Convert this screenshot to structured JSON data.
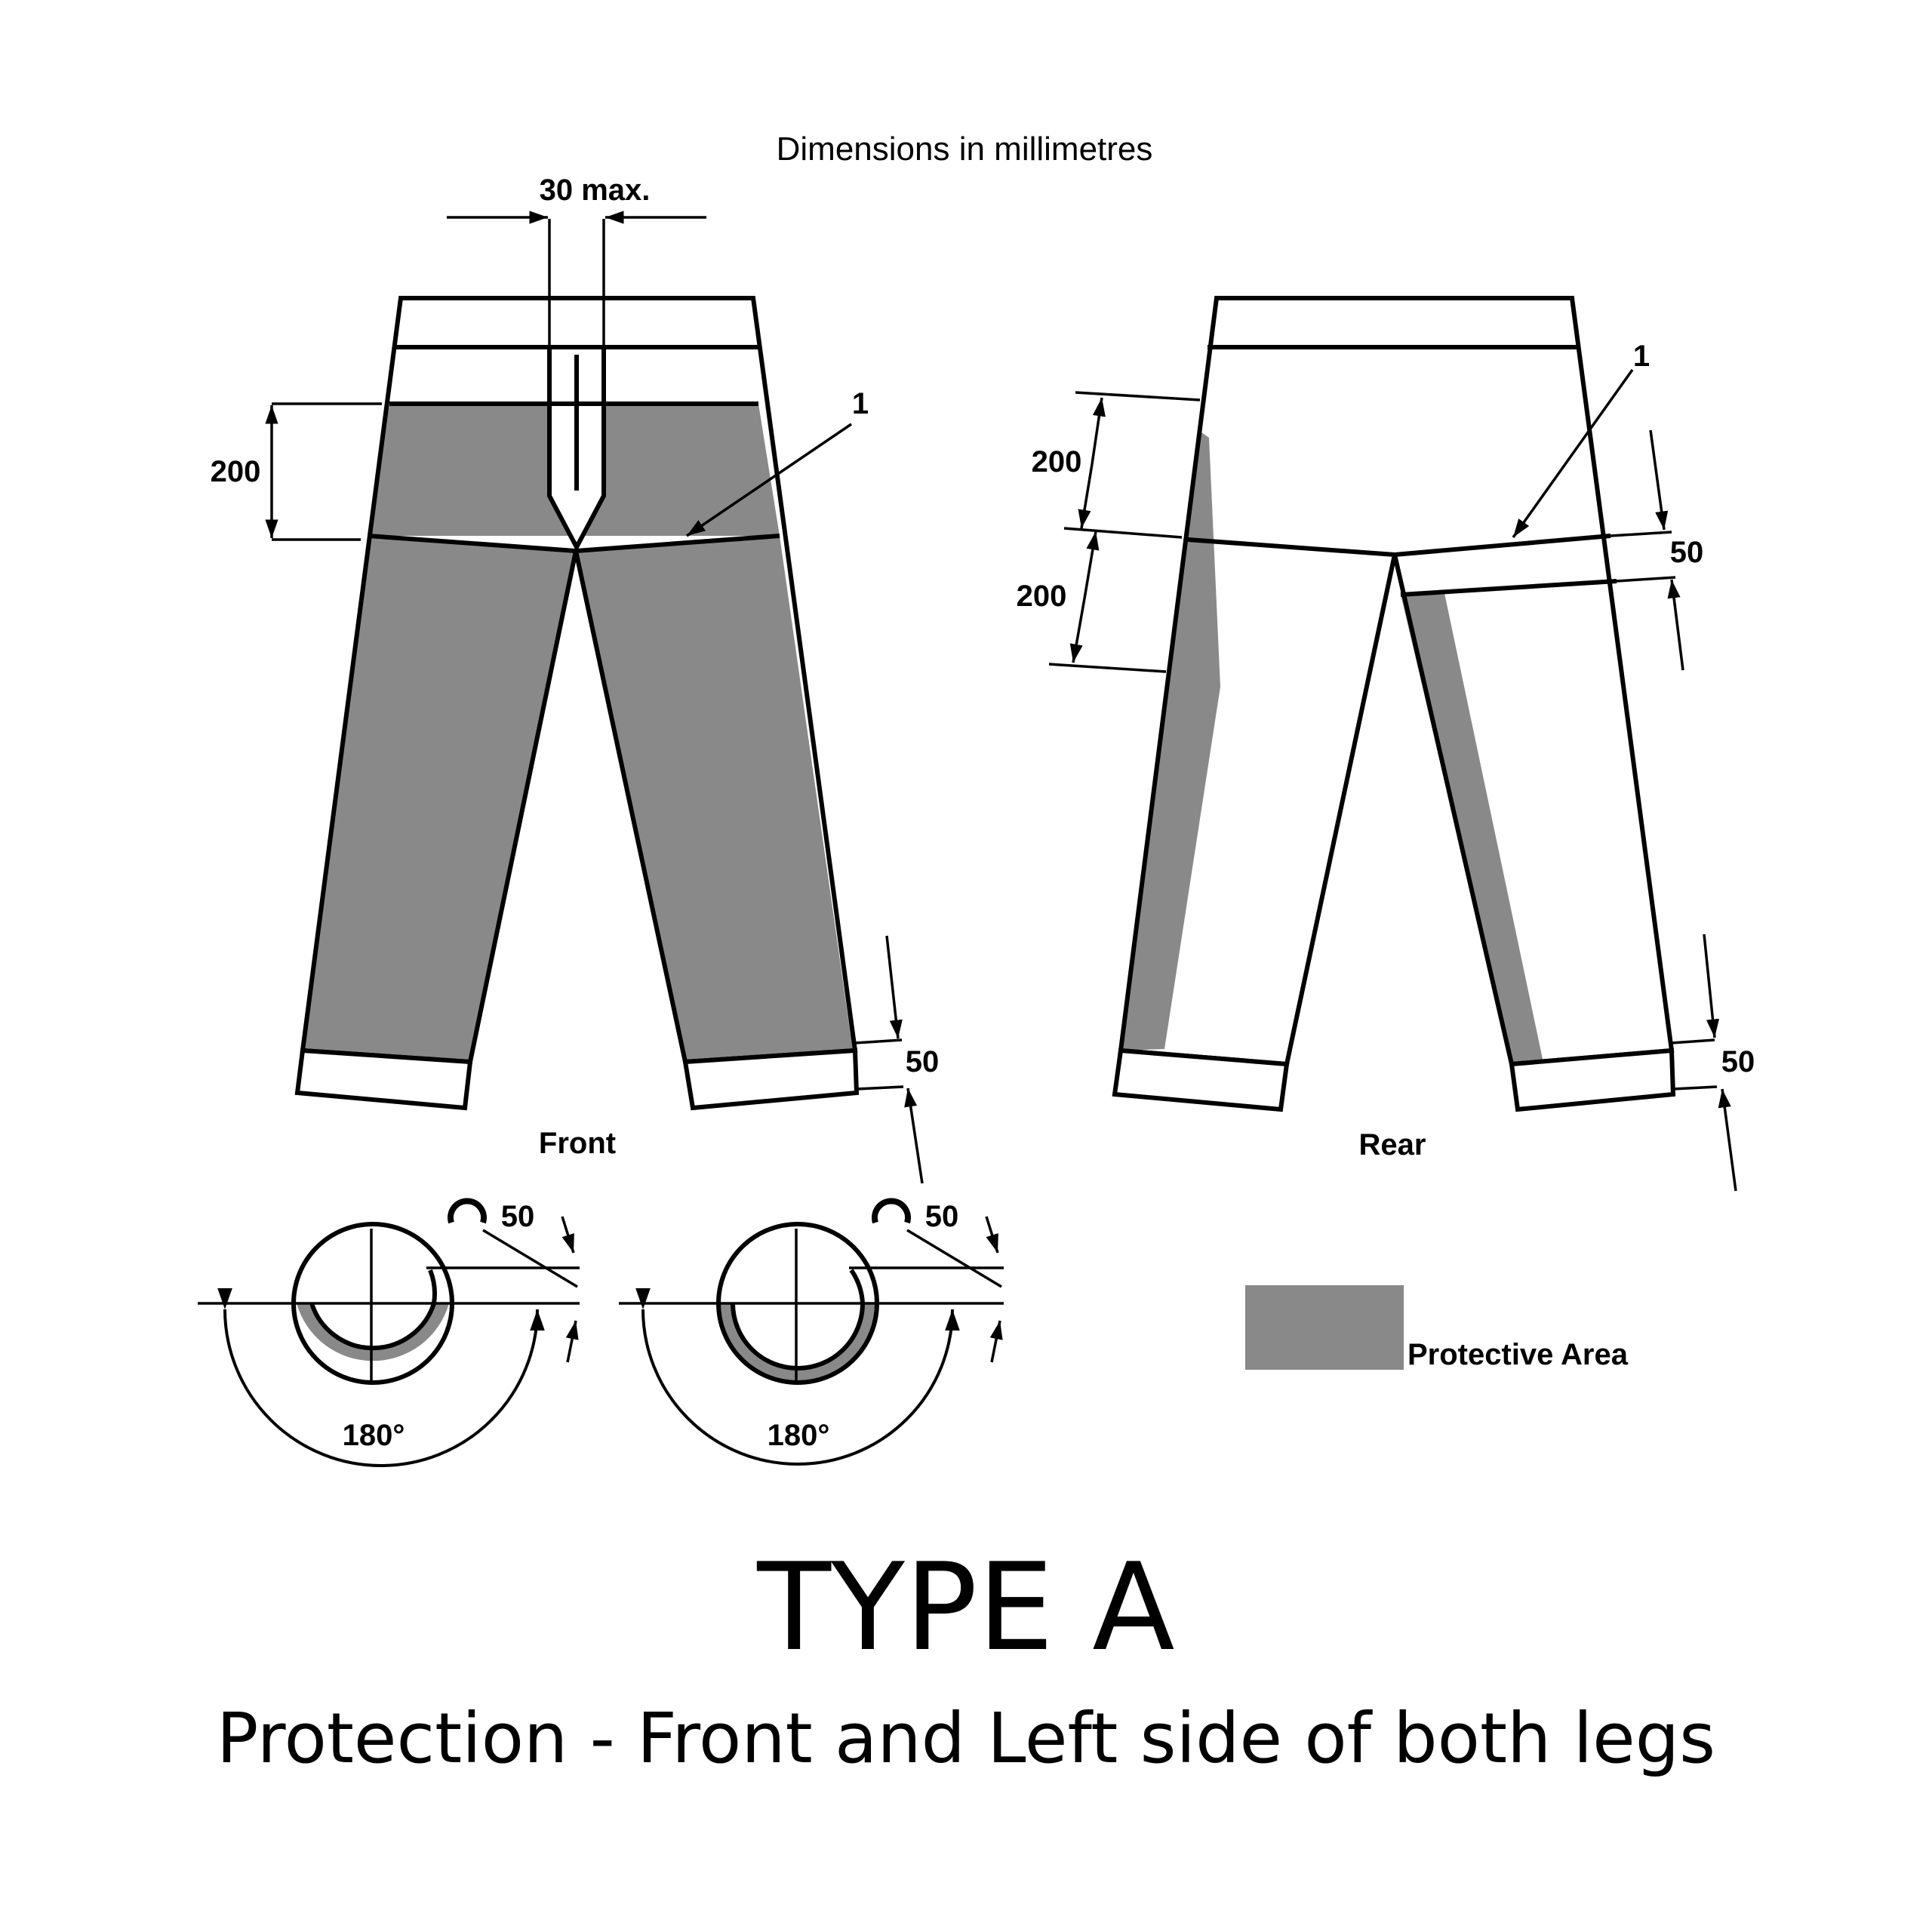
{
  "header": {
    "units_note": "Dimensions in millimetres"
  },
  "front": {
    "view_label": "Front",
    "fly_width": "30 max.",
    "waist_zone": "200",
    "callout": "1",
    "hem_zone": "50"
  },
  "rear": {
    "view_label": "Rear",
    "upper_zone": "200",
    "lower_zone": "200",
    "callout": "1",
    "crotch_zone": "50",
    "hem_zone": "50"
  },
  "sections": {
    "left": {
      "angle": "180°",
      "overlap": "50"
    },
    "right": {
      "angle": "180°",
      "overlap": "50"
    }
  },
  "legend": {
    "label": "Protective Area"
  },
  "footer": {
    "title": "TYPE A",
    "subtitle": "Protection - Front and Left side of both legs"
  },
  "colors": {
    "protective_area": "#898989",
    "line": "#000000",
    "background": "#ffffff"
  }
}
